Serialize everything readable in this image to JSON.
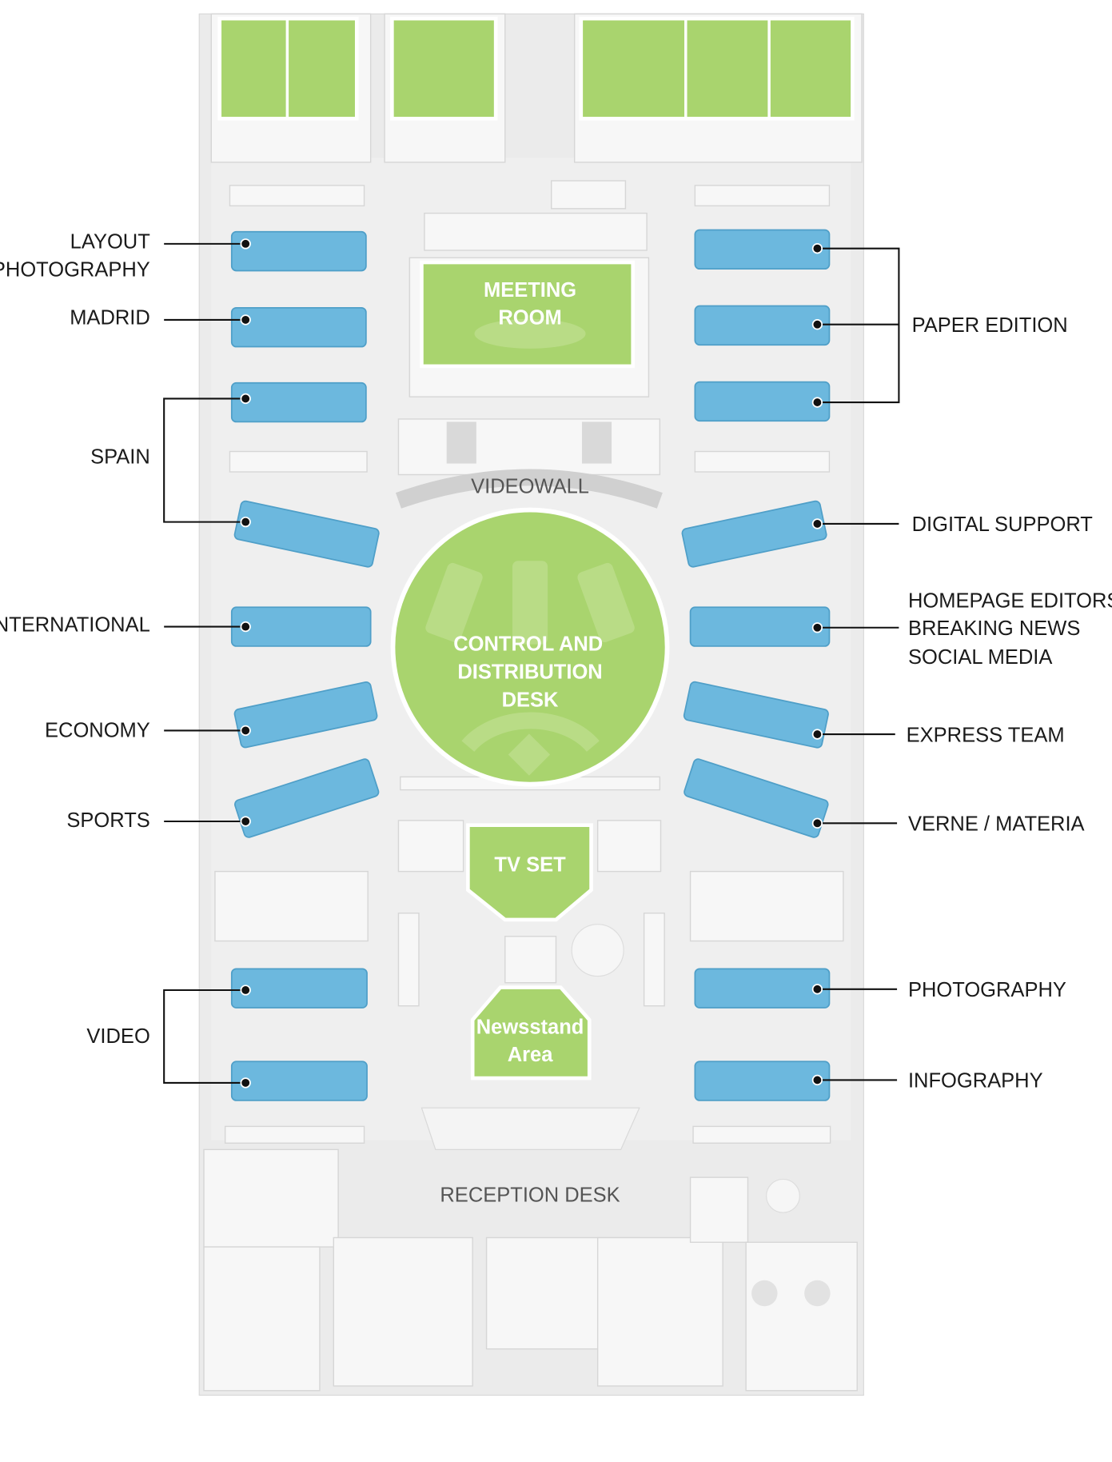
{
  "colors": {
    "desk": "#6cb8de",
    "room": "#a9d46e",
    "floor": "#ebebeb"
  },
  "rooms": {
    "meeting": [
      "MEETING",
      "ROOM"
    ],
    "control": [
      "CONTROL AND",
      "DISTRIBUTION",
      "DESK"
    ],
    "tv_set": "TV SET",
    "newsstand": [
      "Newsstand",
      "Area"
    ],
    "videowall": "VIDEOWALL",
    "reception": "RECEPTION DESK"
  },
  "left_labels": {
    "layout": "LAYOUT",
    "photography": "PHOTOGRAPHY",
    "madrid": "MADRID",
    "spain": "SPAIN",
    "international": "INTERNATIONAL",
    "economy": "ECONOMY",
    "sports": "SPORTS",
    "video": "VIDEO"
  },
  "right_labels": {
    "paper_edition": "PAPER EDITION",
    "digital_support": "DIGITAL SUPPORT",
    "homepage": [
      "HOMEPAGE EDITORS",
      "BREAKING NEWS",
      "SOCIAL MEDIA"
    ],
    "express_team": "EXPRESS TEAM",
    "verne": "VERNE / MATERIA",
    "photography": "PHOTOGRAPHY",
    "infography": "INFOGRAPHY"
  }
}
